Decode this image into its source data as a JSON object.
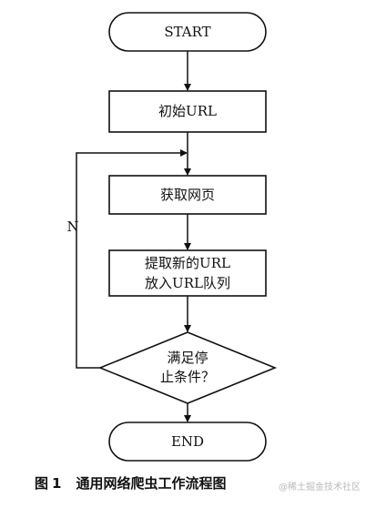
{
  "nodes": {
    "start": "START",
    "init_url": "初始URL",
    "fetch_page": "获取网页",
    "extract_line1": "提取新的URL",
    "extract_line2": "放入URL队列",
    "decision_line1": "满足停",
    "decision_line2": "止条件？",
    "end": "END"
  },
  "edges": {
    "loop_label": "N"
  },
  "caption": {
    "figure_label": "图",
    "figure_number": "1",
    "title": "通用网络爬虫工作流程图"
  },
  "watermark": "@稀土掘金技术社区",
  "colors": {
    "line": "#111111",
    "background": "#ffffff",
    "watermark": "#b9b9b9"
  }
}
